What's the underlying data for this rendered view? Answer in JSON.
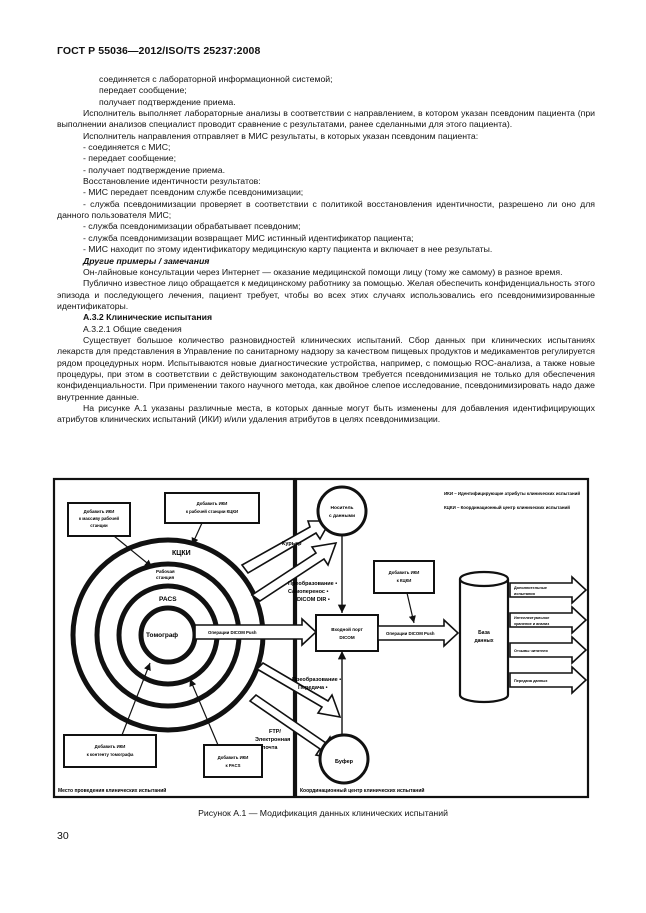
{
  "header": {
    "doc_code": "ГОСТ Р 55036—2012/ISO/TS 25237:2008"
  },
  "body": {
    "p1": "соединяется с лабораторной информационной системой;",
    "p2": "передает сообщение;",
    "p3": "получает подтверждение приема.",
    "p4": "Исполнитель выполняет лабораторные анализы в соответствии с направлением, в котором указан псевдоним пациента (при выполнении анализов специалист проводит сравнение с результатами, ранее сделанными для этого пациента).",
    "p5": "Исполнитель направления отправляет в МИС результаты, в которых указан псевдоним пациента:",
    "p6": "- соединяется с МИС;",
    "p7": "- передает сообщение;",
    "p8": "- получает подтверждение приема.",
    "p9": "Восстановление идентичности результатов:",
    "p10": "- МИС передает псевдоним службе псевдонимизации;",
    "p11": "- служба псевдонимизации проверяет в соответствии с политикой восстановления идентичности, разрешено ли оно для данного пользователя МИС;",
    "p12": "- служба псевдонимизации обрабатывает псевдоним;",
    "p13": "- служба псевдонимизации возвращает МИС истинный идентификатор пациента;",
    "p14": "- МИС находит по этому идентификатору медицинскую карту пациента и включает в нее результаты.",
    "p15": "Другие примеры / замечания",
    "p16": "Он-лайновые консультации через Интернет — оказание медицинской помощи лицу (тому же самому) в разное время.",
    "p17": "Публично известное лицо обращается к медицинскому работнику за помощью. Желая обеспечить конфиденциальность этого эпизода и последующего лечения, пациент требует, чтобы во всех этих случаях использовались его псевдонимизированные идентификаторы.",
    "p18": "А.3.2 Клинические испытания",
    "p19": "А.3.2.1 Общие сведения",
    "p20": "Существует большое количество разновидностей клинических испытаний. Сбор данных при клинических испытаниях лекарств для представления в Управление по санитарному надзору за качеством пищевых продуктов и медикаментов регулируется рядом процедурных норм. Испытываются новые диагностические устройства, например, с помощью ROC-анализа, а также новые процедуры, при этом в соответствии с действующим законодательством требуется псевдонимизация не только для обеспечения конфиденциальности. При применении такого научного метода, как двойное слепое исследование, псевдонимизировать надо даже внутренние данные.",
    "p21": "На рисунке А.1 указаны различные места, в которых данные могут быть изменены для добавления идентифицирующих атрибутов клинических испытаний (ИКИ) и/или удаления атрибутов в целях псевдонимизации."
  },
  "figure": {
    "left_box_caption": "Место проведения клинических испытаний",
    "right_box_caption": "Координационный центр клинических испытаний",
    "label_add_iki_workstation": [
      "Добавить ИКИ",
      "к массиву рабочей",
      "станции"
    ],
    "label_add_iki_kleki": [
      "Добавить ИКИ",
      "к рабочей станции КЦКИ"
    ],
    "ring_kleki": "КЦКИ",
    "ring_workstation": [
      "Рабочая",
      "станция"
    ],
    "ring_pacs": "PACS",
    "center_tomograph": "Томограф",
    "label_add_iki_tomograph": [
      "Добавить ИКИ",
      "к контенту томографа"
    ],
    "label_add_iki_pacs": [
      "Добавить ИКИ",
      "к PACS"
    ],
    "arrow_courier": "Курьер",
    "arrow_transform_save": [
      "Преобразование •",
      "Самоперенос •",
      "DICOM DIR •"
    ],
    "arrow_dicom_push_left": "Операции DICOM Push",
    "arrow_transform_transfer": [
      "Преобразование •",
      "Передача •"
    ],
    "arrow_ftp": [
      "FTP/",
      "Электронная",
      "почта"
    ],
    "legend_iki": "ИКИ – Идентифицирующие атрибуты клинических испытаний",
    "legend_kleki": "КЦКИ – Координационный центр клинических испытаний",
    "circle_transfer": [
      "Носитель",
      "с данными"
    ],
    "circle_buffer": "Буфер",
    "box_dicom_port": [
      "Входной порт",
      "DICOM"
    ],
    "label_add_iki_kleki2": [
      "Добавить ИКИ",
      "к КЦКИ"
    ],
    "arrow_dicom_push_right": "Операции DICOM Push",
    "db_label": [
      "База",
      "данных"
    ],
    "outputs": [
      [
        "Дополнительные",
        "испытания"
      ],
      [
        "Интеллектуальное",
        "хранение и анализ"
      ],
      [
        "Отзывы читателя"
      ],
      [
        "Передача данных"
      ]
    ]
  },
  "caption": "Рисунок А.1 — Модификация данных клинических испытаний",
  "page_number": "30"
}
